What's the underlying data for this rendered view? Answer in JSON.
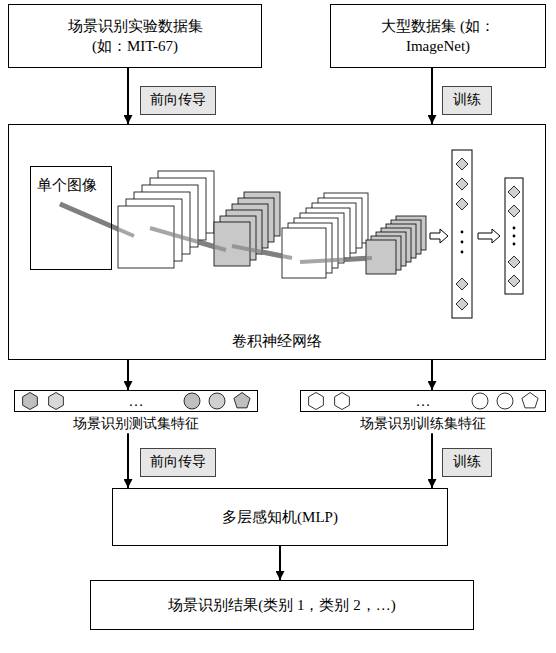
{
  "diagram": {
    "nodes": [
      {
        "text": [
          "场景识别实验数据集 (如：MIT-67)"
        ]
      },
      {
        "text": [
          "大型数据集 (如：ImageNet)"
        ]
      },
      {
        "text": [
          "前向传导"
        ]
      },
      {
        "text": [
          "训练"
        ]
      },
      {
        "text": [
          "卷积神经网络"
        ]
      },
      {
        "text": [
          "单个图像"
        ],
        "in": 4
      },
      {
        "text": [
          "…",
          "场景识别测试集特征"
        ]
      },
      {
        "text": [
          "…",
          "场景识别训练集特征"
        ]
      },
      {
        "text": [
          "前向传导"
        ]
      },
      {
        "text": [
          "训练"
        ]
      },
      {
        "text": [
          "多层感知机(MLP)"
        ]
      },
      {
        "text": [
          "场景识别结果(类别 1，类别 2，…)"
        ]
      }
    ],
    "edges": [
      {
        "from": 0,
        "to": 4,
        "arrow": "to"
      },
      {
        "from": 1,
        "to": 4,
        "arrow": "to"
      },
      {
        "from": 4,
        "to": 6,
        "arrow": "to"
      },
      {
        "from": 4,
        "to": 7,
        "arrow": "to"
      },
      {
        "from": 6,
        "to": 10,
        "arrow": "to"
      },
      {
        "from": 7,
        "to": 10,
        "arrow": "to"
      },
      {
        "from": 10,
        "to": 11,
        "arrow": "to"
      }
    ]
  }
}
